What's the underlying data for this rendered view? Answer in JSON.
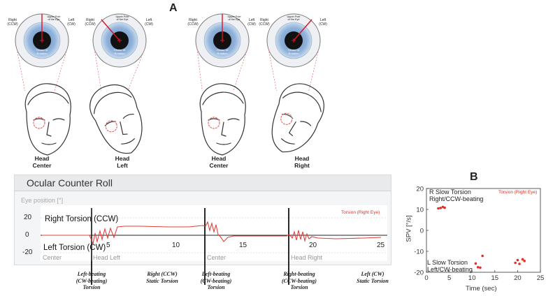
{
  "panel_a": {
    "letter": "A",
    "eyes": [
      {
        "left": "Right\n(CCW)",
        "right": "Left\n(CW)",
        "top": "Upper Pole\nof the Eye",
        "center": "Center of\nRotation"
      },
      {
        "left": "Right\n(CCW)",
        "right": "Left\n(CW)",
        "top": "Upper Pole\nof the Eye",
        "center": "Center of\nRotation"
      },
      {
        "left": "Right\n(CCW)",
        "right": "Left\n(CW)",
        "top": "Upper Pole\nof the Eye",
        "center": "Center of\nRotation"
      },
      {
        "left": "Right\n(CCW)",
        "right": "Left\n(CW)",
        "top": "Upper Pole\nof the Eye",
        "center": "Center of\nRotation"
      }
    ],
    "heads": [
      {
        "line1": "Head",
        "line2": "Center"
      },
      {
        "line1": "Head",
        "line2": "Left"
      },
      {
        "line1": "Head",
        "line2": "Center"
      },
      {
        "line1": "Head",
        "line2": "Right"
      }
    ],
    "ocr": {
      "title": "Ocular Counter Roll",
      "ylabel": "Eye position [°]",
      "legend": "Torsion (Right Eye)",
      "right_torsion": "Right Torsion (CCW)",
      "left_torsion": "Left Torsion (CW)",
      "y_ticks": [
        "20",
        "0",
        "-20"
      ],
      "x_ticks": [
        "5",
        "10",
        "15",
        "20",
        "25"
      ],
      "segments": [
        "Center",
        "Head Left",
        "Center",
        "Head Right"
      ],
      "captions": [
        {
          "l1": "Left-beating",
          "l2": "(CW-beating)",
          "l3": "Torsion"
        },
        {
          "l1": "Right (CCW)",
          "l2": "Static Torsion",
          "l3": ""
        },
        {
          "l1": "Left-beating",
          "l2": "(CW-beating)",
          "l3": "Torsion"
        },
        {
          "l1": "Right-beating",
          "l2": "(CCW-beating)",
          "l3": "Torsion"
        },
        {
          "l1": "Left (CW)",
          "l2": "Static Torsion",
          "l3": ""
        }
      ]
    }
  },
  "panel_b": {
    "letter": "B",
    "legend": "Torsion (Right Eye)",
    "r_label_1": "R Slow Torsion",
    "r_label_2": "Right/CCW-beating",
    "l_label_1": "L Slow Torsion",
    "l_label_2": "Left/CW-beating"
  },
  "chart_data": {
    "type": "scatter",
    "title": "",
    "xlabel": "Time (sec)",
    "ylabel": "SPV [°/s]",
    "xlim": [
      0,
      25
    ],
    "ylim": [
      -20,
      20
    ],
    "x_ticks": [
      0,
      5,
      10,
      15,
      20,
      25
    ],
    "y_ticks": [
      -20,
      -10,
      0,
      10,
      20
    ],
    "series": [
      {
        "name": "Torsion (Right Eye)",
        "color": "#e0312a",
        "points": [
          [
            2.6,
            10.5
          ],
          [
            3.1,
            10.7
          ],
          [
            3.6,
            11.2
          ],
          [
            4.0,
            10.8
          ],
          [
            10.8,
            -15.8
          ],
          [
            11.3,
            -17.6
          ],
          [
            11.8,
            -17.8
          ],
          [
            12.3,
            -12.2
          ],
          [
            19.5,
            -15.5
          ],
          [
            20.0,
            -14.2
          ],
          [
            20.4,
            -16.0
          ],
          [
            21.1,
            -13.8
          ],
          [
            21.5,
            -14.6
          ]
        ]
      }
    ]
  }
}
